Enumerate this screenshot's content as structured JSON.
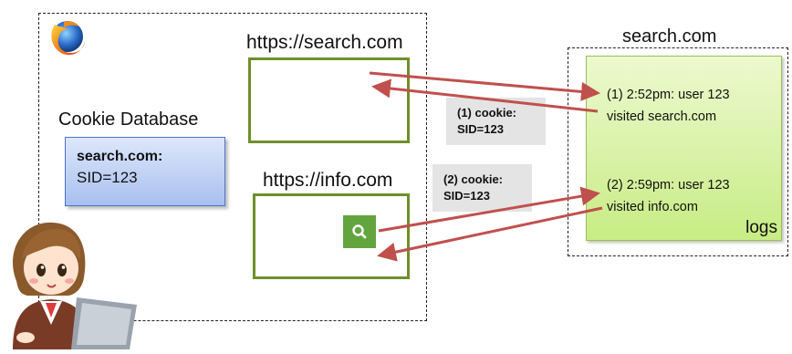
{
  "browser": {
    "cookie_db_title": "Cookie Database",
    "cookie_entry_domain": "search.com:",
    "cookie_entry_value": "SID=123"
  },
  "tabs": [
    {
      "url": "https://search.com"
    },
    {
      "url": "https://info.com"
    }
  ],
  "cookies_sent": [
    {
      "text": "(1) cookie:\nSID=123"
    },
    {
      "text": "(2) cookie:\nSID=123"
    }
  ],
  "server": {
    "title": "search.com",
    "log_entries": [
      "(1) 2:52pm: user 123\nvisited search.com",
      "(2) 2:59pm: user 123\nvisited info.com"
    ],
    "logs_label": "logs"
  },
  "icons": {
    "browser_logo": "firefox-icon",
    "search_button": "search-icon",
    "user": "user-at-laptop-icon"
  },
  "colors": {
    "tab_border": "#6f8f2a",
    "search_button": "#62a53f",
    "arrow": "#c0504d",
    "logs_bg": "#d9f3a6",
    "cookie_db_bg": "#bdd1f5",
    "cookie_tag_bg": "#e4e4e4"
  }
}
